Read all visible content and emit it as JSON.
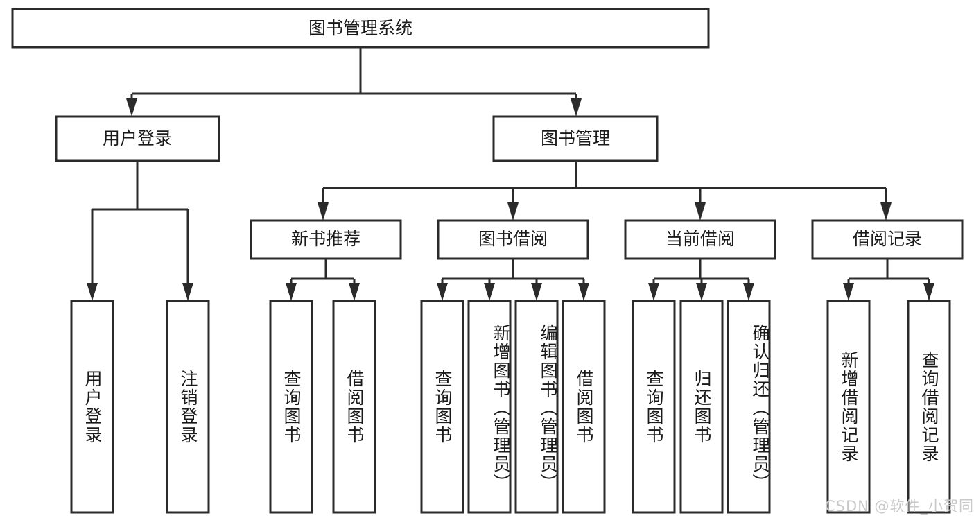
{
  "diagram": {
    "title": "图书管理系统",
    "type": "tree",
    "colors": {
      "stroke": "#2b2b2b",
      "box_fill": "#ffffff",
      "text": "#1a1a1a",
      "background": "#ffffff",
      "watermark": "#c9c9c9"
    },
    "root": {
      "label": "图书管理系统"
    },
    "level2": [
      {
        "label": "用户登录"
      },
      {
        "label": "图书管理"
      }
    ],
    "level3": [
      {
        "label": "新书推荐"
      },
      {
        "label": "图书借阅"
      },
      {
        "label": "当前借阅"
      },
      {
        "label": "借阅记录"
      }
    ],
    "leaves": {
      "user_login": [
        {
          "label": "用户登录"
        },
        {
          "label": "注销登录"
        }
      ],
      "new_book_recommend": [
        {
          "label": "查询图书"
        },
        {
          "label": "借阅图书"
        }
      ],
      "book_borrow": [
        {
          "label": "查询图书"
        },
        {
          "label": "新增图书（管理员）"
        },
        {
          "label": "编辑图书（管理员）"
        },
        {
          "label": "借阅图书"
        }
      ],
      "current_borrow": [
        {
          "label": "查询图书"
        },
        {
          "label": "归还图书"
        },
        {
          "label": "确认归还（管理员）"
        }
      ],
      "borrow_record": [
        {
          "label": "新增借阅记录"
        },
        {
          "label": "查询借阅记录"
        }
      ]
    },
    "watermark": "CSDN @软件_小贺同学"
  }
}
